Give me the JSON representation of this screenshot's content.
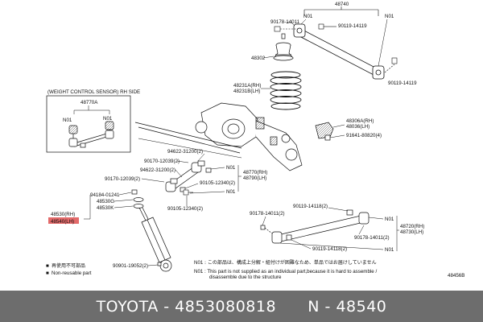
{
  "diagram": {
    "callouts": {
      "p48740": "48740",
      "p90178_14011_top": "90178-14011",
      "n01_tl": "N01",
      "n01_tr": "N01",
      "p90119_14119_top": "90119-14119",
      "p48302": "48302",
      "p90119_14119_mid": "90119-14119",
      "p48231a": "48231A(RH)",
      "p48231b": "48231B(LH)",
      "sensor_box_title": "(WEIGHT CONTROL SENSOR) RH SIDE",
      "p48770a": "48770A",
      "n01_sensor_l": "N01",
      "n01_sensor_r": "N01",
      "p48306a": "48306A(RH)",
      "p48036": "48036(LH)",
      "p91641": "91641-80820(4)",
      "p94622_a": "94622-31200(2)",
      "p90170_a": "90170-12039(2)",
      "p94622_b": "94622-31200(2)",
      "p90170_b": "90170-12039(2)",
      "n01_mid_a": "N01",
      "p48770": "48770(RH)",
      "p48790": "48790(LH)",
      "p90105_a": "90105-12340(2)",
      "n01_mid_b": "N01",
      "p94184": "94184-01241",
      "p48530g": "48530G",
      "p48530k": "48530K",
      "p90105_b": "90105-12340(2)",
      "p48530": "48530(RH)",
      "p48540": "48540(LH)",
      "p90119_14118_a": "90119-14118(2)",
      "p90178_14011_mid": "90178-14011(2)",
      "n01_low_a": "N01",
      "p48720": "48720(RH)",
      "p48730": "48730(LH)",
      "p90178_14011_low": "90178-14011(2)",
      "p90119_14118_b": "90119-14118(2)",
      "n01_low_b": "N01",
      "p90901": "90901-19052(2)"
    },
    "legend": {
      "symbol": "■",
      "jp": "再使用不可部品",
      "en": "Non-reusable part"
    },
    "note": {
      "code": "N01",
      "jp": ": この部品は、構成上分解・組付けが困難なため、単品ではお届けしていません",
      "en1": ": This part is not supplied as an individual part,because it is hard to assemble /",
      "en2": "disassemble due to the structure"
    },
    "figure_id": "48456B"
  },
  "footer": {
    "text": "TOYOTA - 4853080818      N - 48540"
  },
  "colors": {
    "highlight": "#e36a6a",
    "footer_bg": "#6d6d6d"
  }
}
